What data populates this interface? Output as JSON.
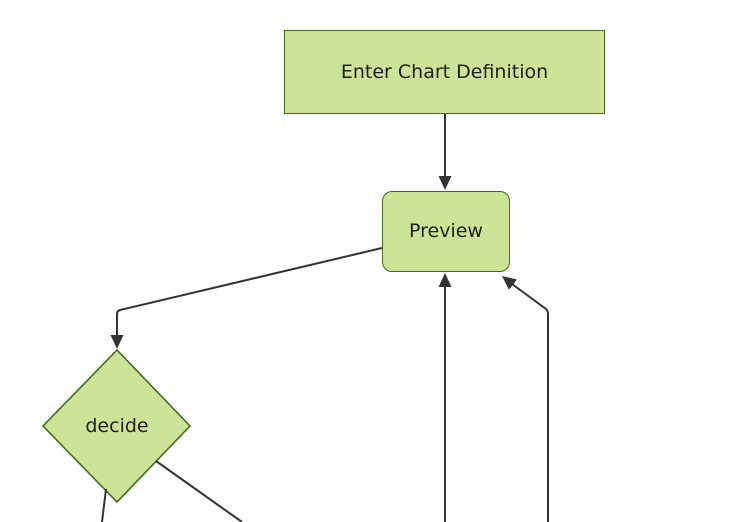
{
  "diagram": {
    "type": "flowchart-top-down",
    "background_color": "#ffffff",
    "node_fill_color": "#cde498",
    "node_border_color": "#3e6c1e",
    "edge_color": "#333333",
    "label_color": "#1f1f1f",
    "nodes": {
      "enter_chart_definition": {
        "label": "Enter Chart Definition",
        "shape": "rectangle"
      },
      "preview": {
        "label": "Preview",
        "shape": "rounded-rectangle"
      },
      "decide": {
        "label": "decide",
        "shape": "diamond"
      }
    },
    "edges": [
      {
        "from": "enter_chart_definition",
        "to": "preview",
        "arrow": true
      },
      {
        "from": "preview",
        "to": "decide",
        "arrow": true
      },
      {
        "from": "offscreen-bottom",
        "to": "preview",
        "arrow": true
      },
      {
        "from": "offscreen-bottom-right",
        "to": "preview",
        "arrow": true
      },
      {
        "from": "decide",
        "to": "offscreen-bottom-left",
        "arrow": false
      },
      {
        "from": "decide",
        "to": "offscreen-bottom-right",
        "arrow": false
      }
    ]
  }
}
